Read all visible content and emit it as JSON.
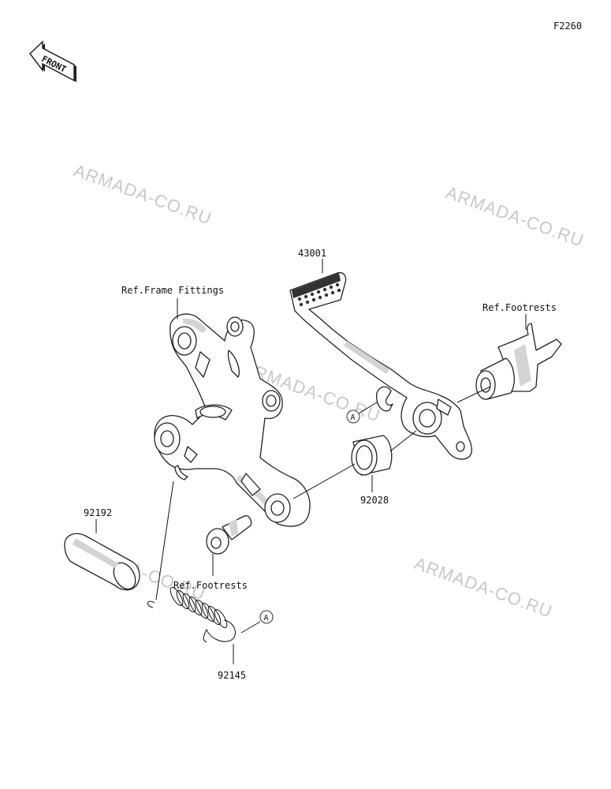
{
  "diagram_code": "F2260",
  "front_label": "FRONT",
  "watermark": "ARMADA-CO.RU",
  "labels": {
    "pedal": "43001",
    "frame_ref": "Ref.Frame Fittings",
    "footrest_ref_top": "Ref.Footrests",
    "footrest_ref_bottom": "Ref.Footrests",
    "collar": "92028",
    "pipe": "92192",
    "spring": "92145"
  },
  "callouts": {
    "a_top": "A",
    "a_bottom": "A"
  }
}
